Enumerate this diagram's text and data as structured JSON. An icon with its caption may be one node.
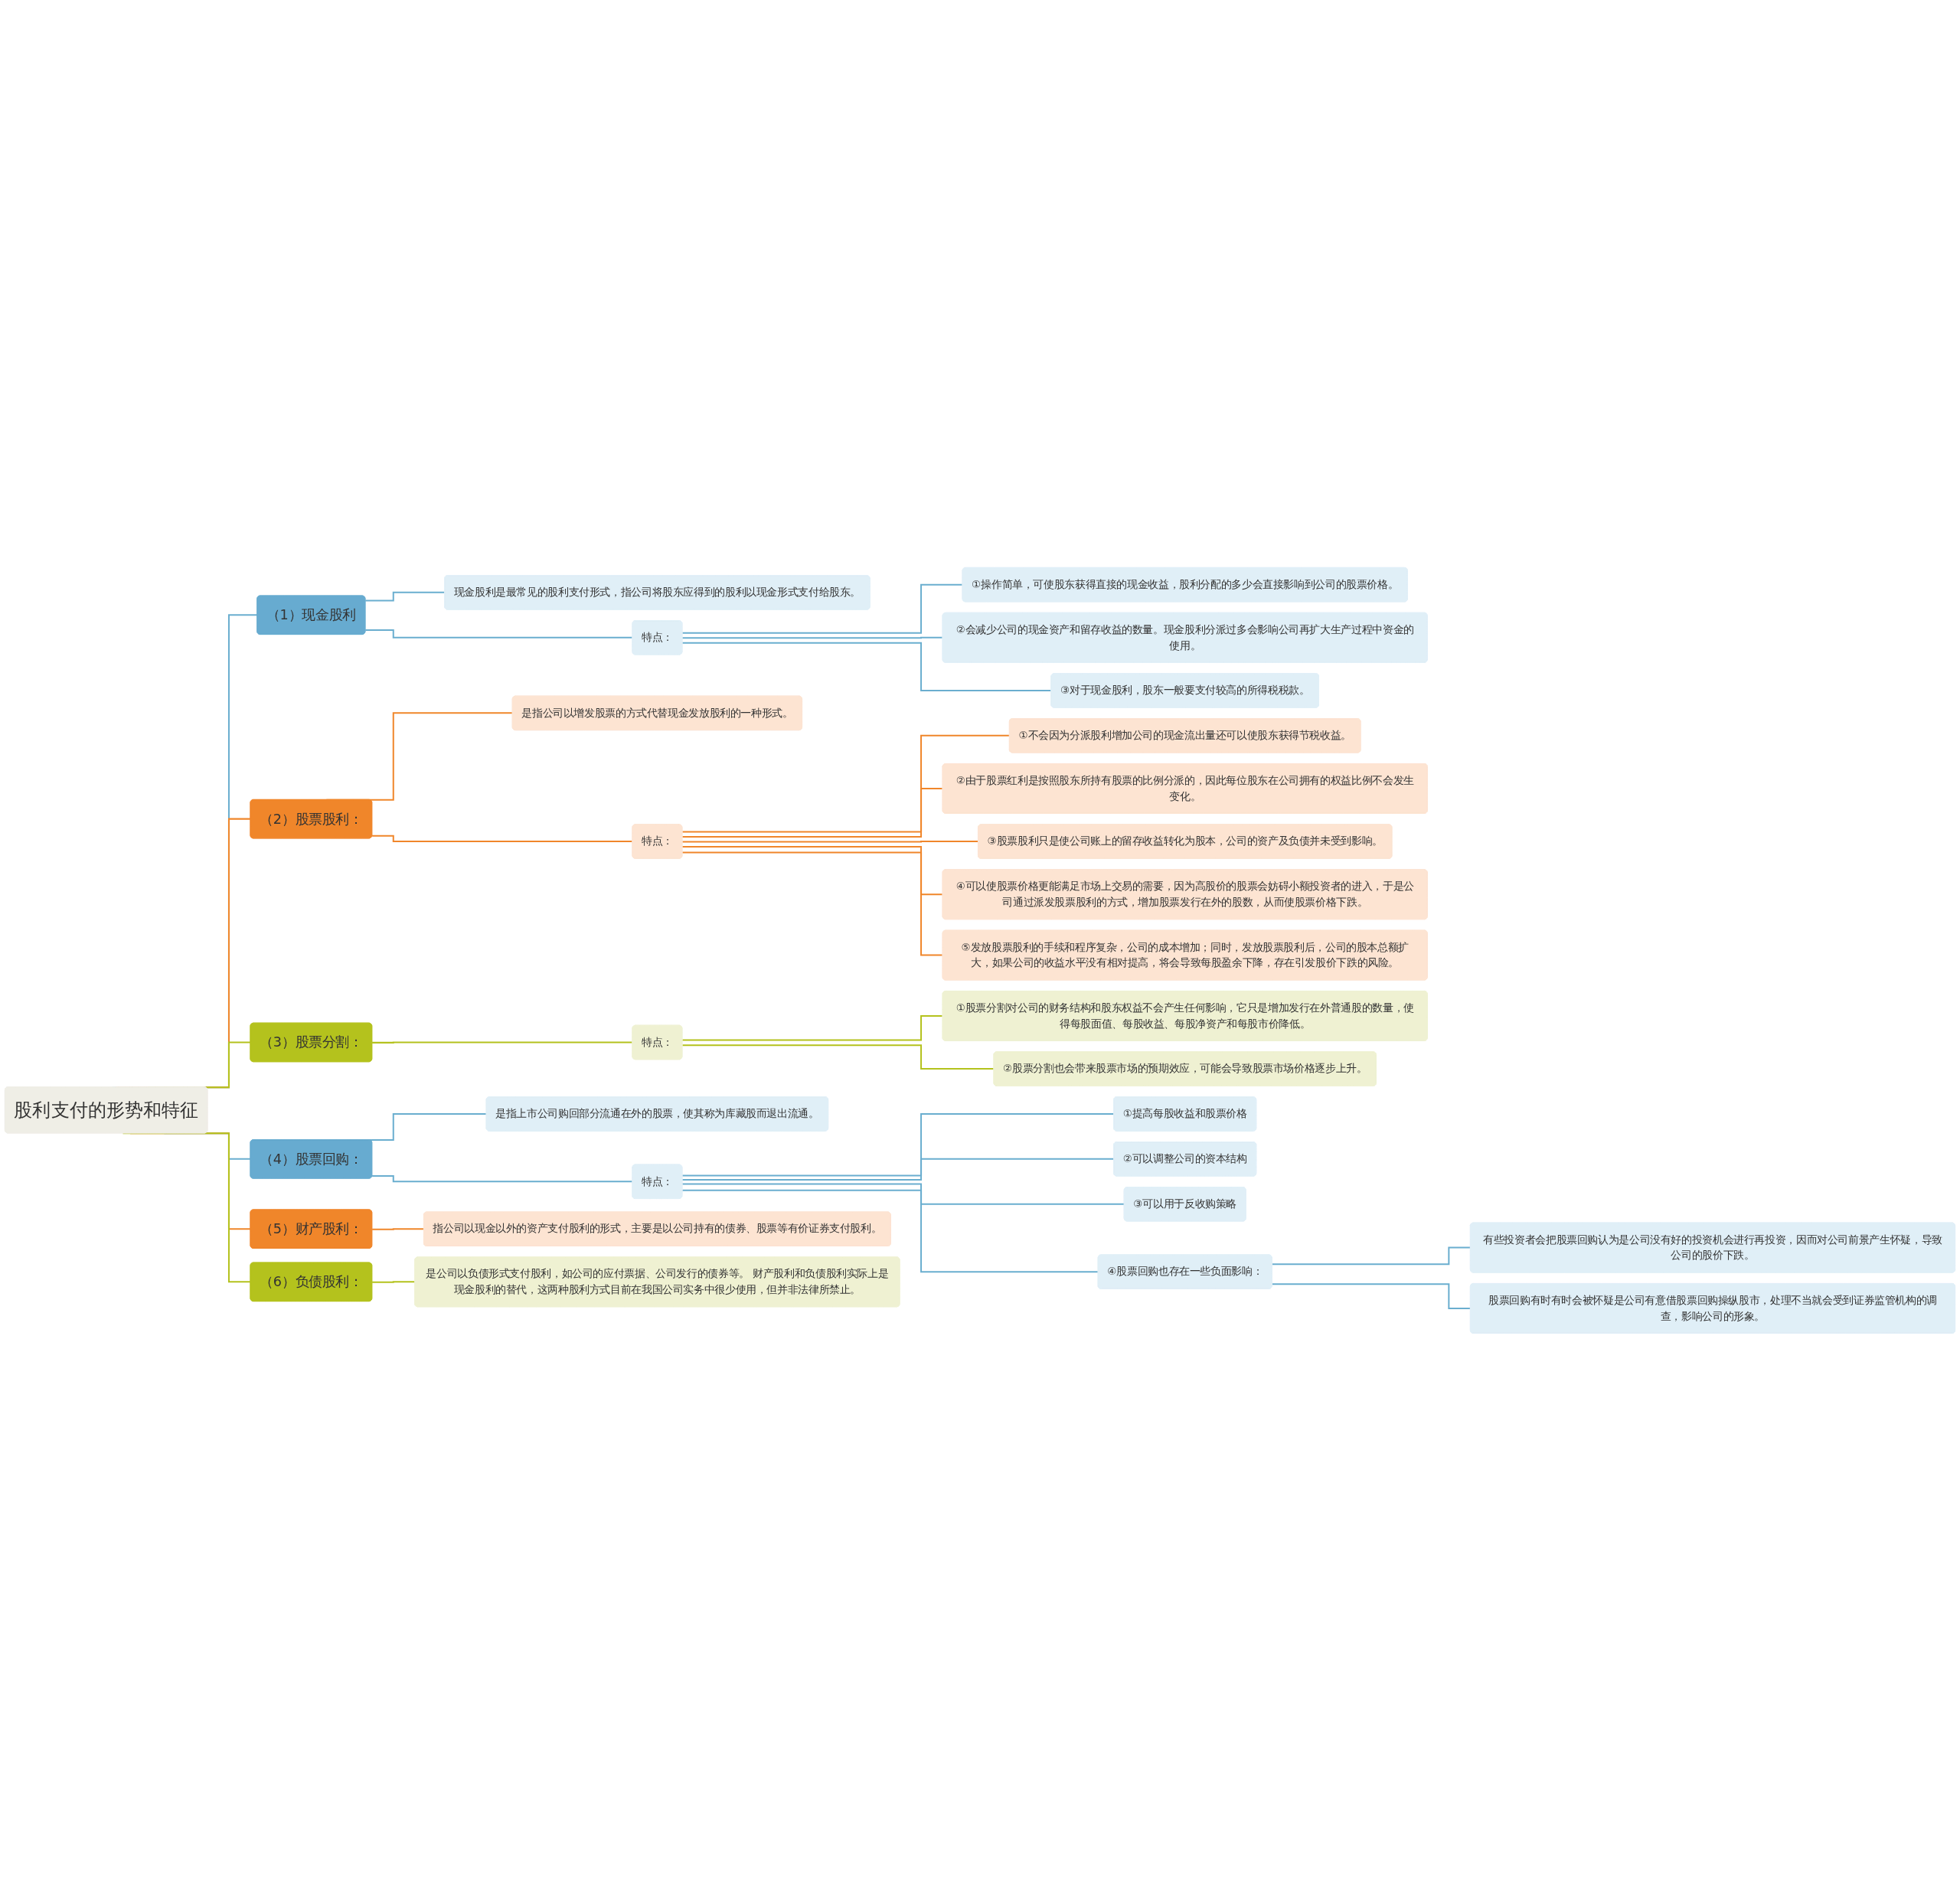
{
  "diagram": {
    "nodes": [
      {
        "text": [
          "股利支付的形势和特征"
        ]
      },
      {
        "text": [
          "（1）现金股利"
        ]
      },
      {
        "text": [
          "现金股利是最常见的股利支付形式，指公司将股东应得到的股利以现金形式支付给股东。"
        ]
      },
      {
        "text": [
          "特点："
        ]
      },
      {
        "text": [
          "①操作简单，可使股东获得直接的现金收益，股利分配的多少会直接影响到公司的股票价格。"
        ]
      },
      {
        "text": [
          "②会减少公司的现金资产和留存收益的数量。现金股利分派过多会影响公司再扩大生产过程中资金的使用。"
        ]
      },
      {
        "text": [
          "③对于现金股利，股东一般要支付较高的所得税税款。"
        ]
      },
      {
        "text": [
          "（2）股票股利："
        ]
      },
      {
        "text": [
          "是指公司以增发股票的方式代替现金发放股利的一种形式。"
        ]
      },
      {
        "text": [
          "特点："
        ]
      },
      {
        "text": [
          "①不会因为分派股利增加公司的现金流出量还可以使股东获得节税收益。"
        ]
      },
      {
        "text": [
          "②由于股票红利是按照股东所持有股票的比例分派的，因此每位股东在公司拥有的权益比例不会发生变化。"
        ]
      },
      {
        "text": [
          "③股票股利只是使公司账上的留存收益转化为股本，公司的资产及负债并未受到影响。"
        ]
      },
      {
        "text": [
          "④可以使股票价格更能满足市场上交易的需要，因为高股价的股票会妨碍小额投资者的进入，于是公司通过派发股票股利的方式，增加股票发行在外的股数，从而使股票价格下跌。"
        ]
      },
      {
        "text": [
          "⑤发放股票股利的手续和程序复杂，公司的成本增加；同时，发放股票股利后，公司的股本总额扩大，如果公司的收益水平没有相对提高，将会导致每股盈余下降，存在引发股价下跌的风险。"
        ]
      },
      {
        "text": [
          "（3）股票分割："
        ]
      },
      {
        "text": [
          "特点："
        ]
      },
      {
        "text": [
          "①股票分割对公司的财务结构和股东权益不会产生任何影响，它只是增加发行在外普通股的数量，使得每股面值、每股收益、每股净资产和每股市价降低。"
        ]
      },
      {
        "text": [
          "②股票分割也会带来股票市场的预期效应，可能会导致股票市场价格逐步上升。"
        ]
      },
      {
        "text": [
          "（4）股票回购："
        ]
      },
      {
        "text": [
          "是指上市公司购回部分流通在外的股票，使其称为库藏股而退出流通。"
        ]
      },
      {
        "text": [
          "特点："
        ]
      },
      {
        "text": [
          "①提高每股收益和股票价格"
        ]
      },
      {
        "text": [
          "②可以调整公司的资本结构"
        ]
      },
      {
        "text": [
          "③可以用于反收购策略"
        ]
      },
      {
        "text": [
          "④股票回购也存在一些负面影响："
        ]
      },
      {
        "text": [
          "有些投资者会把股票回购认为是公司没有好的投资机会进行再投资，因而对公司前景产生怀疑，导致公司的股价下跌。"
        ]
      },
      {
        "text": [
          "股票回购有时有时会被怀疑是公司有意借股票回购操纵股市，处理不当就会受到证券监管机构的调查，影响公司的形象。"
        ]
      },
      {
        "text": [
          "（5）财产股利："
        ]
      },
      {
        "text": [
          "指公司以现金以外的资产支付股利的形式，主要是以公司持有的债券、股票等有价证券支付股利。"
        ]
      },
      {
        "text": [
          "（6）负债股利："
        ]
      },
      {
        "text": [
          "是公司以负债形式支付股利，如公司的应付票据、公司发行的债券等。 财产股利和负债股利实际上是现金股利的替代，这两种股利方式目前在我国公司实务中很少使用，但并非法律所禁止。"
        ]
      }
    ],
    "edges": [
      {
        "from": 0,
        "to": 1,
        "arrow": "none"
      },
      {
        "from": 1,
        "to": 2,
        "arrow": "none"
      },
      {
        "from": 1,
        "to": 3,
        "arrow": "none"
      },
      {
        "from": 3,
        "to": 4,
        "arrow": "none"
      },
      {
        "from": 3,
        "to": 5,
        "arrow": "none"
      },
      {
        "from": 3,
        "to": 6,
        "arrow": "none"
      },
      {
        "from": 0,
        "to": 7,
        "arrow": "none",
        "color": "#f0862a"
      },
      {
        "from": 7,
        "to": 8,
        "arrow": "none",
        "color": "#f0862a"
      },
      {
        "from": 7,
        "to": 9,
        "arrow": "none",
        "color": "#f0862a"
      },
      {
        "from": 9,
        "to": 10,
        "arrow": "none",
        "color": "#f0862a"
      },
      {
        "from": 9,
        "to": 11,
        "arrow": "none",
        "color": "#f0862a"
      },
      {
        "from": 9,
        "to": 12,
        "arrow": "none",
        "color": "#f0862a"
      },
      {
        "from": 9,
        "to": 13,
        "arrow": "none",
        "color": "#f0862a"
      },
      {
        "from": 9,
        "to": 14,
        "arrow": "none",
        "color": "#f0862a"
      },
      {
        "from": 0,
        "to": 15,
        "arrow": "none",
        "color": "#b4c21d"
      },
      {
        "from": 15,
        "to": 16,
        "arrow": "none",
        "color": "#b4c21d"
      },
      {
        "from": 16,
        "to": 17,
        "arrow": "none",
        "color": "#b4c21d"
      },
      {
        "from": 16,
        "to": 18,
        "arrow": "none",
        "color": "#b4c21d"
      },
      {
        "from": 0,
        "to": 19,
        "arrow": "none"
      },
      {
        "from": 19,
        "to": 20,
        "arrow": "none"
      },
      {
        "from": 19,
        "to": 21,
        "arrow": "none"
      },
      {
        "from": 21,
        "to": 22,
        "arrow": "none"
      },
      {
        "from": 21,
        "to": 23,
        "arrow": "none"
      },
      {
        "from": 21,
        "to": 24,
        "arrow": "none"
      },
      {
        "from": 21,
        "to": 25,
        "arrow": "none"
      },
      {
        "from": 25,
        "to": 26,
        "arrow": "none"
      },
      {
        "from": 25,
        "to": 27,
        "arrow": "none"
      },
      {
        "from": 0,
        "to": 28,
        "arrow": "none",
        "color": "#f0862a"
      },
      {
        "from": 28,
        "to": 29,
        "arrow": "none",
        "color": "#f0862a"
      },
      {
        "from": 0,
        "to": 30,
        "arrow": "none",
        "color": "#b4c21d"
      },
      {
        "from": 30,
        "to": 31,
        "arrow": "none",
        "color": "#b4c21d"
      }
    ]
  }
}
